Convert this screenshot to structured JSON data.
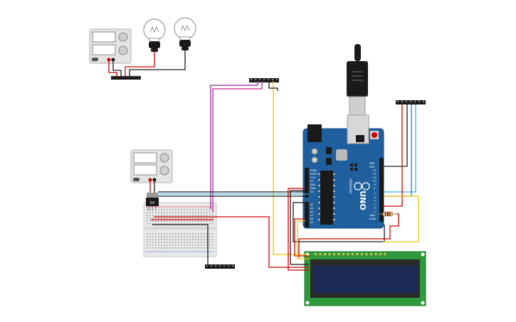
{
  "arduino": {
    "brand": "ARDUINO",
    "model": "UNO",
    "pin_labels": {
      "aref": "AREF",
      "gnd": "GND",
      "d13": "13",
      "d12": "12",
      "d11": "~11",
      "d10": "~10",
      "d9": "~9",
      "d8": "8",
      "d7": "7",
      "d6": "~6",
      "d5": "~5",
      "d4": "4",
      "d3": "~3",
      "d2": "2",
      "tx": "TX▶1",
      "rx": "RX◀0",
      "ioref": "IOREF",
      "reset": "RESET",
      "v33": "3.3V",
      "v5": "5V",
      "gnd1": "GND",
      "gnd2": "GND",
      "vin": "Vin",
      "a0": "A0",
      "a1": "A1",
      "a2": "A2",
      "a3": "A3",
      "a4": "A4",
      "a5": "A5"
    }
  },
  "regulator": {
    "label": "5V"
  },
  "colors": {
    "red": "#d40000",
    "black": "#1a1a1a",
    "yellow": "#e6c700",
    "cyan": "#35b3d6",
    "blue": "#2f6fd6",
    "purple": "#8a2b9c",
    "arduino_blue": "#1f5f9e",
    "lcd_green": "#2f9a3c",
    "lcd_screen": "#1c2b55"
  }
}
